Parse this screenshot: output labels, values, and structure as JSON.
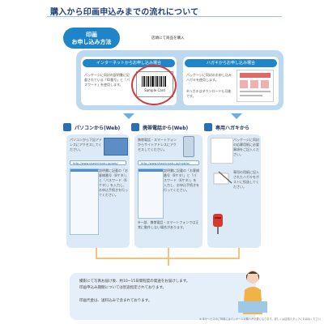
{
  "title": "購入から印画申込みまでの流れについて",
  "method_badge": [
    "印画",
    "お申し込み方法"
  ],
  "buy_note": "店頭にて商品を購入",
  "internet_header": "インターネットからお申し込み場合",
  "internet_text": [
    "パッケージに同封の説明書に記載されている「ID番号」と「パスワード」を使用します。"
  ],
  "postcard_header": "ハガキからお申し込み場合",
  "postcard_text": [
    "パッケージに同封のお申し込みハガキを使用します。",
    "※ハガキはダウンロードも可能です。"
  ],
  "card_label": "Sample Card",
  "columns": [
    {
      "title": "パソコンから(Web)",
      "text": "パソコンから下記アドレスにアクセスしてください。",
      "url": "http://www.shashinkaku.jp/web/",
      "steps": "説明書に記載の「お客様番号（8ケタ）」と「パスワード（6ケタ）」を入力し、お申込手続きを行ってください。"
    },
    {
      "title": "携帯電話から(Web)",
      "text": "携帯電話・スマートフォンからサイトアドレスにアクセスしてください。",
      "url": "http://www.shashinkaku.jp/mobile/",
      "steps": "説明書に記載の「お客様番号（8ケタ）」と「パスワード（6ケタ）」を入力し、お申込手続きを行ってください。",
      "note": "※一部、携帯電話・スマートフォンでは正常に動作しない場合があります。"
    },
    {
      "title": "専用ハガキから",
      "text": "パッケージに同封の応募用紙に必要事項をご記入ください。",
      "steps": "専用の用紙に記入されたハガキをポストに投函してください。"
    }
  ],
  "bottom_text": [
    "撮影にて写真お届け後、約10~15日間程度の発送をお届けします。",
    "印画申込み期間については別途指定されております。",
    "印画代金は、送料込みで含まれております。"
  ],
  "footnote": "※ 本サービスのご利用にはパッケージの購入が必要になります。詳しくは店頭スタッフにお尋ねください。",
  "colors": {
    "accent": "#1e86c8",
    "frame": "#bcd9f0",
    "title": "#1f3f7a"
  }
}
